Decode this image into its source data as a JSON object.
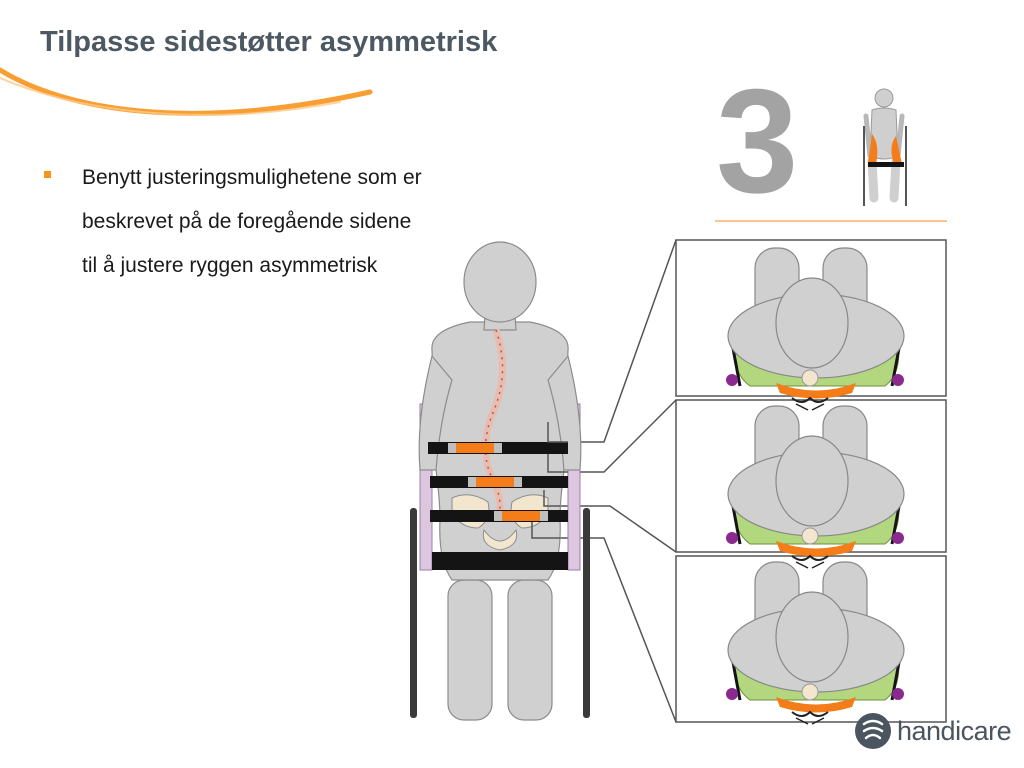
{
  "slide": {
    "title": "Tilpasse sidestøtter asymmetrisk",
    "bullets": [
      {
        "lines": [
          "Benytt justeringsmulighetene som er",
          "beskrevet på de foregående sidene",
          "til å justere ryggen asymmetrisk"
        ]
      }
    ],
    "step_number": "3",
    "logo_text": "handicare"
  },
  "colors": {
    "title": "#4d5962",
    "accent": "#f7941d",
    "body_gray": "#cfcfcf",
    "support_orange": "#f47d19",
    "cushion_green": "#b3d77e",
    "frame_lilac": "#dcc6e0",
    "clamp_purple": "#8a2a8e",
    "strap_black": "#141414"
  },
  "icons": {
    "bullet": "orange-square-bullet",
    "step_icon": "wheelchair-user-back-icon",
    "logo": "handicare-logo-mark"
  }
}
